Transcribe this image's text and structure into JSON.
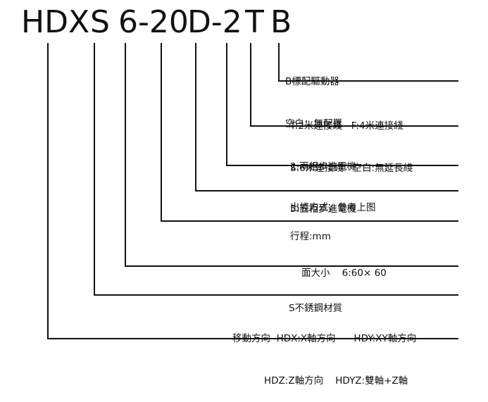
{
  "model_code": {
    "parts": [
      "HDX",
      "S",
      "6-20",
      "D-2",
      "T",
      "B"
    ]
  },
  "descriptions": [
    {
      "key": "driver",
      "lines": [
        "B標配驅動器",
        "空白：無配置"
      ]
    },
    {
      "key": "cable",
      "lines": [
        "T:2米連接綫   F:4米連接綫",
        "S:6米連接綫   空白:無延長綫"
      ]
    },
    {
      "key": "motor",
      "lines": [
        "2:兩相步進電機",
        "5:五相步進電機"
      ]
    },
    {
      "key": "outlet",
      "lines": [
        "出綫方式，參考上图"
      ]
    },
    {
      "key": "stroke",
      "lines": [
        "行程:mm"
      ]
    },
    {
      "key": "face",
      "lines": [
        "面大小    6:60× 60"
      ]
    },
    {
      "key": "material",
      "lines": [
        "S不銹鋼材質"
      ]
    },
    {
      "key": "direction",
      "lines": [
        "移動方向  HDX:X軸方向      HDY:XY軸方向",
        "HDZ:Z軸方向    HDYZ:雙軸+Z軸"
      ]
    }
  ],
  "colors": {
    "line": "#111111",
    "text": "#111111",
    "background": "#ffffff"
  }
}
